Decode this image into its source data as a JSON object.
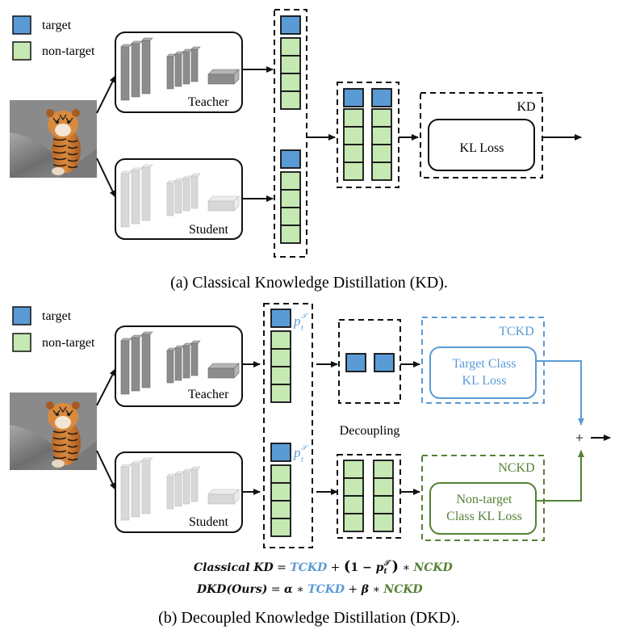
{
  "legend": {
    "target_label": "target",
    "nontarget_label": "non-target"
  },
  "colors": {
    "target": "#5b9bd5",
    "nontarget": "#c6e8b3",
    "tckd": "#5b9bd5",
    "nckd": "#548235",
    "stroke": "#111111",
    "tiger_bg": "#8a8a8a"
  },
  "panel_a": {
    "teacher_label": "Teacher",
    "student_label": "Student",
    "kd_label": "KD",
    "kl_loss_label": "KL Loss",
    "caption": "(a) Classical Knowledge Distillation (KD)."
  },
  "panel_b": {
    "teacher_label": "Teacher",
    "student_label": "Student",
    "pt_teacher": "p",
    "pt_teacher_sup": "𝒯",
    "pt_teacher_sub": "t",
    "pt_student": "p",
    "pt_student_sup": "𝒮",
    "pt_student_sub": "t",
    "decoupling_label": "Decoupling",
    "tckd_label": "TCKD",
    "tckd_loss_line1": "Target Class",
    "tckd_loss_line2": "KL Loss",
    "nckd_label": "NCKD",
    "nckd_loss_line1": "Non-target",
    "nckd_loss_line2": "Class KL Loss",
    "plus": "+",
    "eq1": {
      "lhs": "Classical KD",
      "eq": " = ",
      "tckd": "TCKD",
      "mid": " + ",
      "paren_open": "(",
      "one_minus": "1 − ",
      "p": "p",
      "p_sub": "t",
      "p_sup": "𝒯",
      "paren_close": ")",
      "times": " ∗ ",
      "nckd": "NCKD"
    },
    "eq2": {
      "lhs": "DKD(Ours)",
      "eq": " = ",
      "alpha": "α",
      "times1": " ∗ ",
      "tckd": "TCKD",
      "plus": " + ",
      "beta": "β",
      "times2": " ∗ ",
      "nckd": "NCKD"
    },
    "caption": "(b) Decoupled Knowledge Distillation (DKD)."
  }
}
